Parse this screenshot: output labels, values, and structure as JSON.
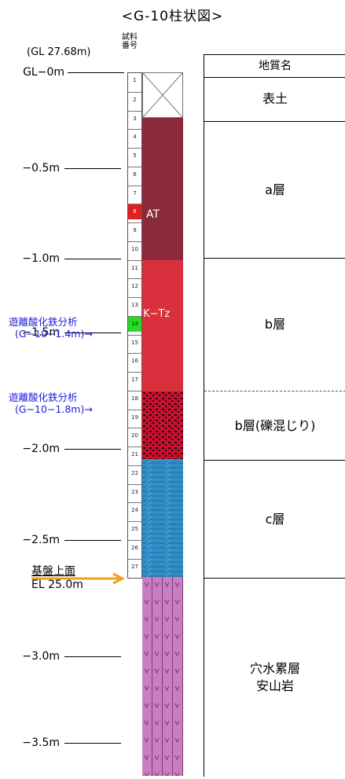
{
  "title": "<G-10柱状図>",
  "ground_level_label": "(GL 27.68m)",
  "sample_header": "試料番号",
  "depth_labels": [
    "GL−0m",
    "−0.5m",
    "−1.0m",
    "−1.5m",
    "−2.0m",
    "−2.5m",
    "−3.0m",
    "−3.5m"
  ],
  "sample_numbers": [
    "1",
    "2",
    "3",
    "4",
    "5",
    "6",
    "7",
    "8",
    "9",
    "10",
    "11",
    "12",
    "13",
    "14",
    "15",
    "16",
    "17",
    "18",
    "19",
    "20",
    "21",
    "22",
    "23",
    "24",
    "25",
    "26",
    "27"
  ],
  "strata_labels": {
    "at": "AT",
    "ktz": "K−Tz"
  },
  "notes": [
    {
      "line1": "遊離酸化鉄分析",
      "line2": "(G−10−1.4m)→"
    },
    {
      "line1": "遊離酸化鉄分析",
      "line2": "(G−10−1.8m)→"
    }
  ],
  "basement": {
    "label": "基盤上面",
    "elevation": "EL 25.0m"
  },
  "geology_table": {
    "header": "地質名",
    "rows": [
      {
        "name": "表土"
      },
      {
        "name": "a層"
      },
      {
        "name": "b層"
      },
      {
        "name": "b層(礫混じり)"
      },
      {
        "name": "c層"
      },
      {
        "name": "穴水累層\n安山岩"
      }
    ]
  },
  "colors": {
    "topsoil": "#ffffff",
    "a_layer": "#8b2a3a",
    "at_sample": "#e02020",
    "b_layer": "#d8303c",
    "ktz_sample": "#22dd22",
    "gravel_layer": "#c8102e",
    "c_layer": "#2f8fc8",
    "andesite": "#c87ec0",
    "note_blue": "#1a1adc",
    "arrow_orange": "#f0a020"
  }
}
